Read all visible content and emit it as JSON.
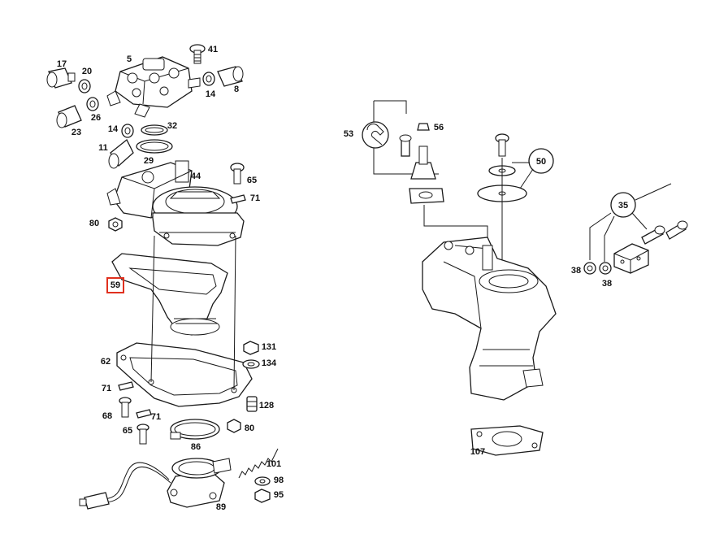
{
  "diagram": {
    "highlight_color": "#e0301e",
    "line_color": "#1a1a1a",
    "selected_callout": "59",
    "callouts": [
      {
        "id": "c17",
        "label": "17"
      },
      {
        "id": "c20",
        "label": "20"
      },
      {
        "id": "c5",
        "label": "5"
      },
      {
        "id": "c41",
        "label": "41"
      },
      {
        "id": "c14a",
        "label": "14"
      },
      {
        "id": "c8",
        "label": "8"
      },
      {
        "id": "c23",
        "label": "23"
      },
      {
        "id": "c26",
        "label": "26"
      },
      {
        "id": "c14b",
        "label": "14"
      },
      {
        "id": "c32",
        "label": "32"
      },
      {
        "id": "c11",
        "label": "11"
      },
      {
        "id": "c29",
        "label": "29"
      },
      {
        "id": "c44",
        "label": "44"
      },
      {
        "id": "c65a",
        "label": "65"
      },
      {
        "id": "c71a",
        "label": "71"
      },
      {
        "id": "c80a",
        "label": "80"
      },
      {
        "id": "c59",
        "label": "59"
      },
      {
        "id": "c131",
        "label": "131"
      },
      {
        "id": "c62",
        "label": "62"
      },
      {
        "id": "c134",
        "label": "134"
      },
      {
        "id": "c71b",
        "label": "71"
      },
      {
        "id": "c128",
        "label": "128"
      },
      {
        "id": "c68",
        "label": "68"
      },
      {
        "id": "c71c",
        "label": "71"
      },
      {
        "id": "c80b",
        "label": "80"
      },
      {
        "id": "c65b",
        "label": "65"
      },
      {
        "id": "c86",
        "label": "86"
      },
      {
        "id": "c101",
        "label": "101"
      },
      {
        "id": "c98",
        "label": "98"
      },
      {
        "id": "c95",
        "label": "95"
      },
      {
        "id": "c89",
        "label": "89"
      },
      {
        "id": "c53",
        "label": "53"
      },
      {
        "id": "c56",
        "label": "56"
      },
      {
        "id": "c50",
        "label": "50"
      },
      {
        "id": "c35",
        "label": "35"
      },
      {
        "id": "c38a",
        "label": "38"
      },
      {
        "id": "c38b",
        "label": "38"
      },
      {
        "id": "c107",
        "label": "107"
      }
    ]
  }
}
